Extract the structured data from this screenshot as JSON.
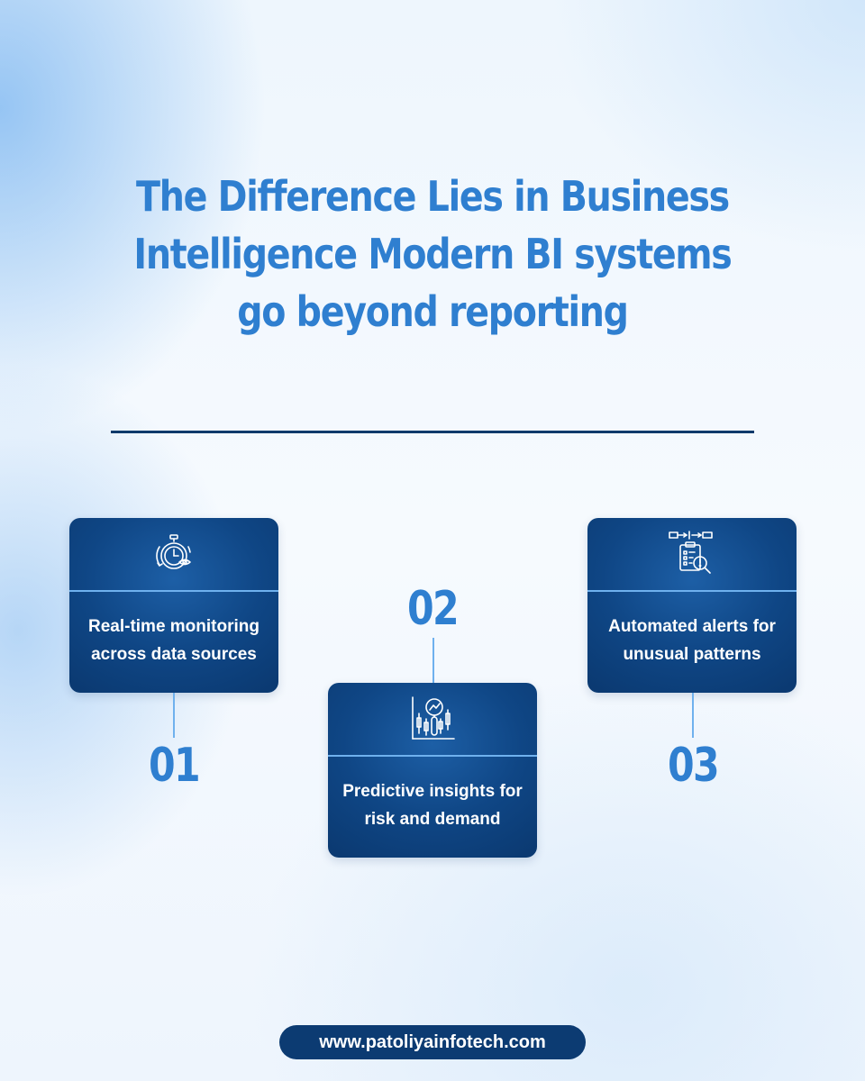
{
  "title": "The Difference Lies in Business Intelligence Modern BI systems go beyond reporting",
  "steps": [
    {
      "number": "01",
      "label": "Real-time monitoring across data sources",
      "icon": "stopwatch-eye-icon"
    },
    {
      "number": "02",
      "label": "Predictive insights for risk and demand",
      "icon": "candlestick-chart-search-icon"
    },
    {
      "number": "03",
      "label": "Automated alerts for unusual patterns",
      "icon": "clipboard-flow-alert-icon"
    }
  ],
  "website": "www.patoliyainfotech.com",
  "colors": {
    "accent": "#2f7fd0",
    "card": "#0f4685",
    "divider": "#0d3a6b",
    "connector": "#6fb1ee"
  }
}
